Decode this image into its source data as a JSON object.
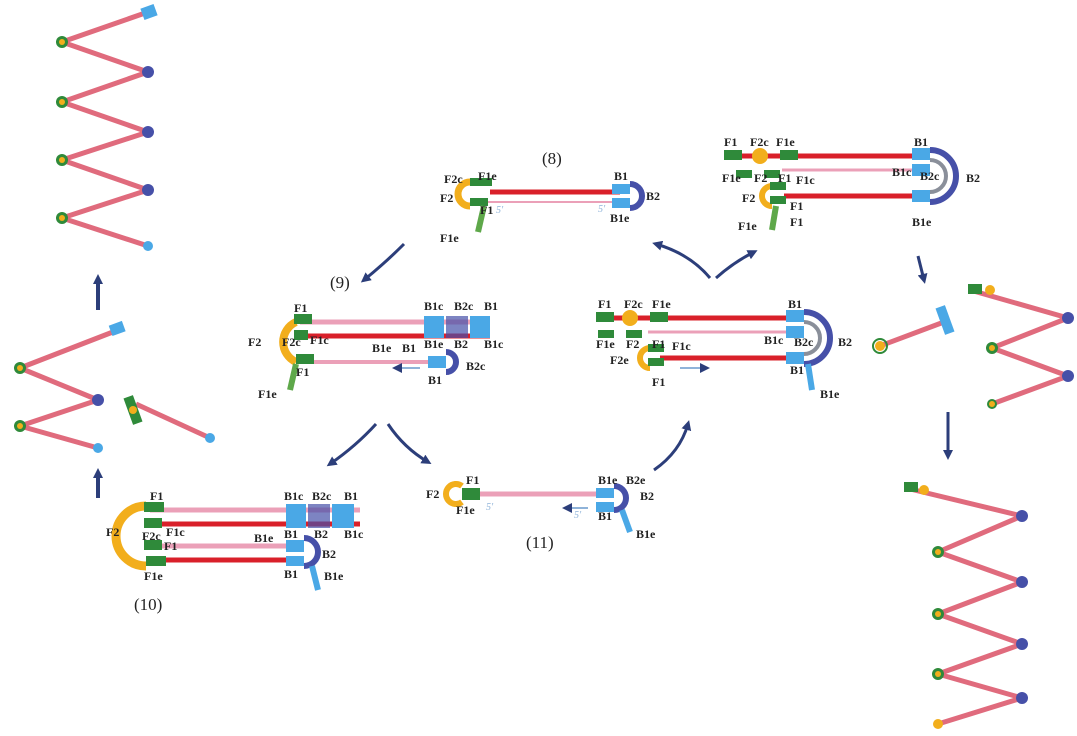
{
  "colors": {
    "red_strand": "#d9202a",
    "pink_strand": "#eba0b8",
    "green_block": "#2f8a3a",
    "orange_loop": "#f2ae1c",
    "light_blue_block": "#4aa8e6",
    "dark_blue_loop": "#4650a8",
    "grey_block": "#8a8f9a",
    "arrow": "#2c3e7a"
  },
  "step_labels": {
    "s8": "(8)",
    "s9": "(9)",
    "s10": "(10)",
    "s11": "(11)"
  },
  "prime5": "5'",
  "regions": {
    "F1": "F1",
    "F2": "F2",
    "F1c": "F1c",
    "F2c": "F2c",
    "B1": "B1",
    "B2": "B2",
    "B1c": "B1c",
    "B2c": "B2c",
    "F1e": "F1e",
    "F2e": "F2e",
    "B1e": "B1e",
    "B2e": "B2e",
    "F1c_alt": "F1c",
    "Bic": "B1c"
  }
}
